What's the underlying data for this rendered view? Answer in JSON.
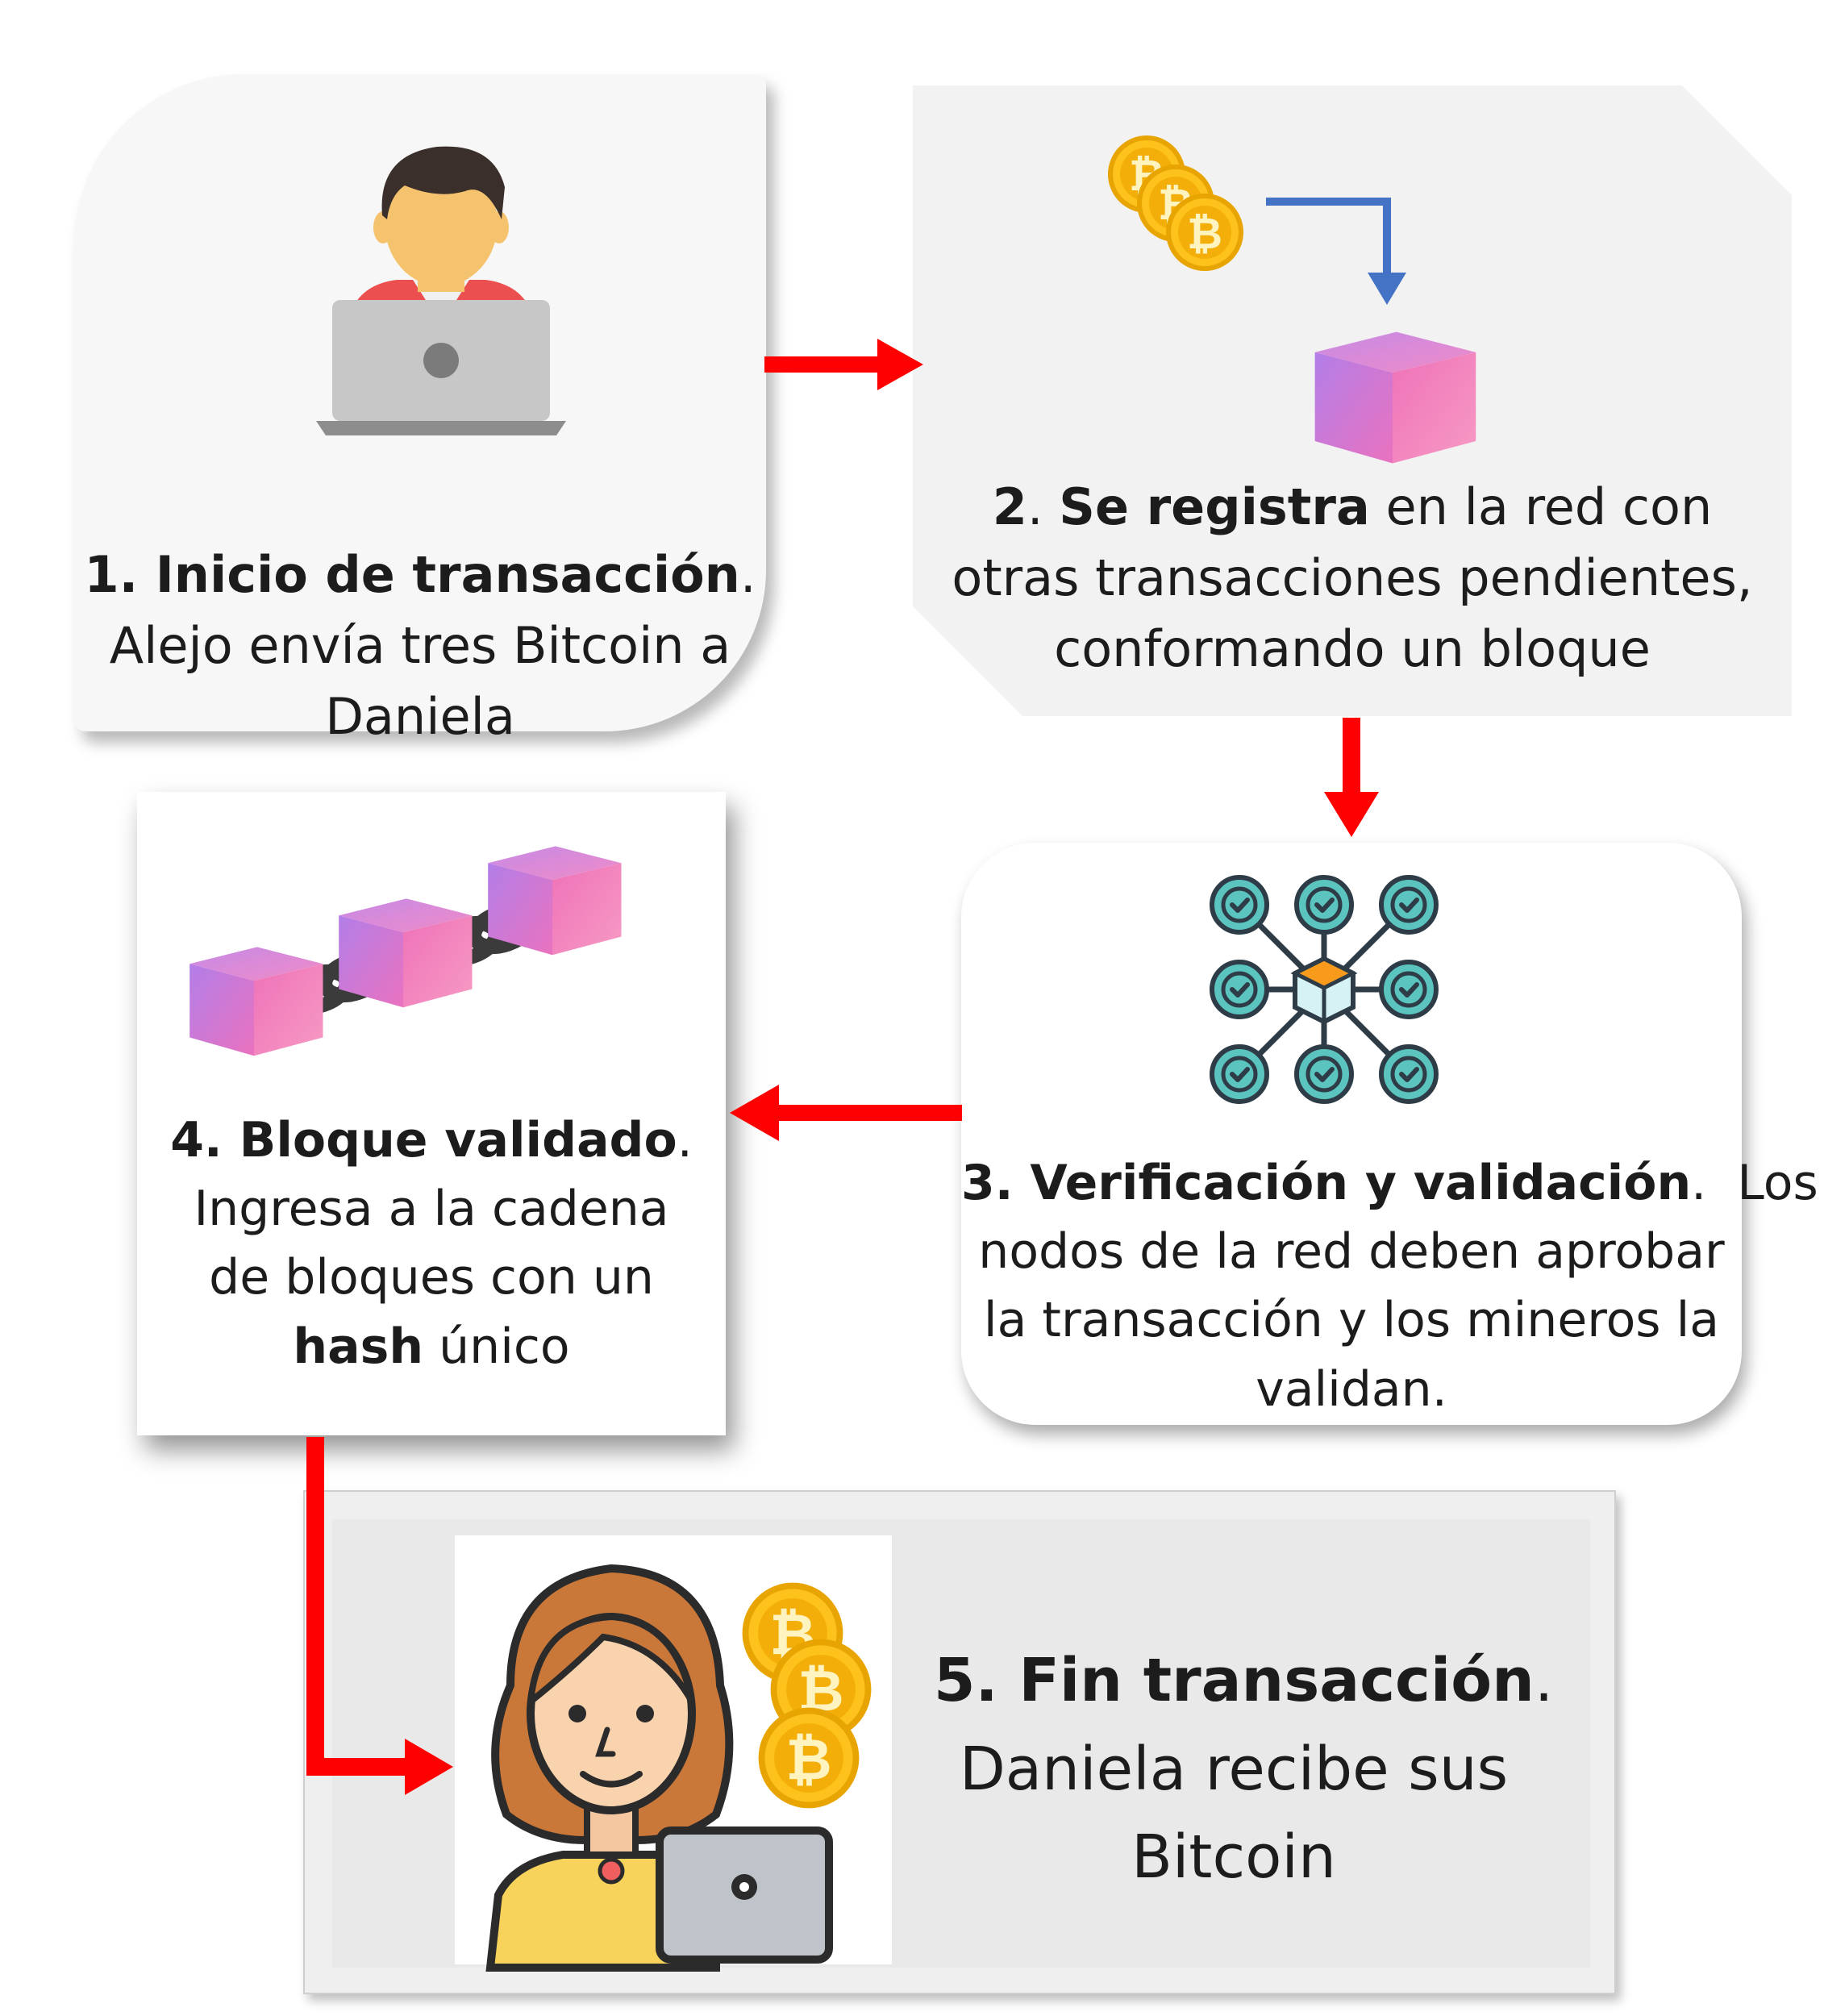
{
  "steps": [
    {
      "id": 1,
      "icon": "person-at-laptop-icon",
      "lines": [
        [
          {
            "text": "1. Inicio de transacción",
            "bold": true
          },
          {
            "text": "."
          }
        ],
        [
          {
            "text": "Alejo envía tres Bitcoin a"
          }
        ],
        [
          {
            "text": "Daniela"
          }
        ]
      ]
    },
    {
      "id": 2,
      "icon": "bitcoin-coins-to-block-icon",
      "lines": [
        [
          {
            "text": "2",
            "bold": true
          },
          {
            "text": ". "
          },
          {
            "text": "Se registra",
            "bold": true
          },
          {
            "text": " en la red con"
          }
        ],
        [
          {
            "text": "otras transacciones pendientes,"
          }
        ],
        [
          {
            "text": "conformando un bloque"
          }
        ]
      ]
    },
    {
      "id": 3,
      "icon": "network-validation-icon",
      "lines": [
        [
          {
            "text": "3. Verificación y validación",
            "bold": true
          },
          {
            "text": ".  Los"
          }
        ],
        [
          {
            "text": "nodos de la red deben aprobar"
          }
        ],
        [
          {
            "text": "la transacción y los mineros la"
          }
        ],
        [
          {
            "text": "validan."
          }
        ]
      ]
    },
    {
      "id": 4,
      "icon": "chained-blocks-icon",
      "lines": [
        [
          {
            "text": "4. Bloque validado",
            "bold": true
          },
          {
            "text": "."
          }
        ],
        [
          {
            "text": "Ingresa a la cadena"
          }
        ],
        [
          {
            "text": "de bloques con un"
          }
        ],
        [
          {
            "text": "hash",
            "bold": true
          },
          {
            "text": " único"
          }
        ]
      ]
    },
    {
      "id": 5,
      "icon": "woman-with-laptop-and-bitcoins-icon",
      "lines": [
        [
          {
            "text": "5. Fin transacción",
            "bold": true
          },
          {
            "text": "."
          }
        ],
        [
          {
            "text": "Daniela recibe sus"
          }
        ],
        [
          {
            "text": "Bitcoin"
          }
        ]
      ]
    }
  ],
  "colors": {
    "arrow": "#ff0000",
    "blue_arrow": "#4472c4",
    "check_nodes": "#5bc4bf",
    "coin": "#f5b400",
    "block_pink": "#f271b4",
    "block_purple": "#b383e8"
  }
}
